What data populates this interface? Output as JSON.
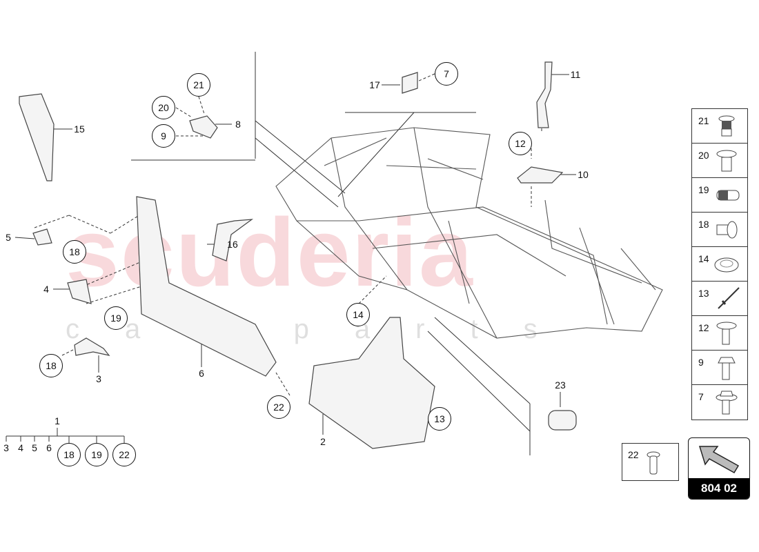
{
  "watermark": {
    "brand": "scuderia",
    "sub": "car parts"
  },
  "callouts": {
    "plain": [
      "15",
      "5",
      "4",
      "3",
      "6",
      "16",
      "8",
      "17",
      "11",
      "10",
      "2",
      "23",
      "1"
    ],
    "circled": [
      "21",
      "20",
      "9",
      "7",
      "12",
      "18",
      "19",
      "18",
      "14",
      "22",
      "13"
    ]
  },
  "assembly_tree": {
    "parent": "1",
    "children_plain": [
      "3",
      "4",
      "5",
      "6"
    ],
    "children_circled": [
      "18",
      "19",
      "22"
    ]
  },
  "legend": {
    "items": [
      {
        "number": "21",
        "icon": "threaded-insert-icon"
      },
      {
        "number": "20",
        "icon": "plastic-rivet-icon"
      },
      {
        "number": "19",
        "icon": "knurled-sleeve-icon"
      },
      {
        "number": "18",
        "icon": "rivet-nut-icon"
      },
      {
        "number": "14",
        "icon": "plug-cap-icon"
      },
      {
        "number": "13",
        "icon": "blind-rivet-icon"
      },
      {
        "number": "12",
        "icon": "pan-head-screw-icon"
      },
      {
        "number": "9",
        "icon": "hex-flange-bolt-icon"
      },
      {
        "number": "7",
        "icon": "hex-washer-bolt-icon"
      }
    ],
    "extra": {
      "number": "22",
      "icon": "sleeve-rivet-icon"
    }
  },
  "navigation": {
    "page_code": "804 02",
    "icon": "arrow-up-left-icon"
  }
}
